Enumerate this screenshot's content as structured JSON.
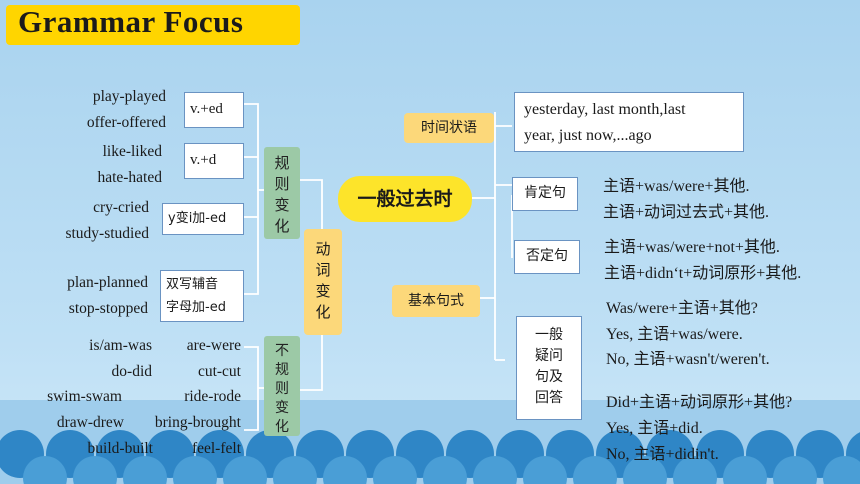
{
  "title": "Grammar Focus",
  "verb_changes": {
    "category": "动词变化",
    "regular": {
      "category": "规则变化",
      "groups": [
        {
          "words": [
            "play-played",
            "offer-offered"
          ],
          "rule": "v.+ed"
        },
        {
          "words": [
            "like-liked",
            "hate-hated"
          ],
          "rule": "v.+d"
        },
        {
          "words": [
            "cry-cried",
            "study-studied"
          ],
          "rule": "y变i加-ed"
        },
        {
          "words": [
            "plan-planned",
            "stop-stopped"
          ],
          "rule_lines": [
            "双写辅音",
            "字母加-ed"
          ]
        }
      ]
    },
    "irregular": {
      "category": "不规则变化",
      "pairs": [
        [
          "is/am-was",
          "are-were"
        ],
        [
          "do-did",
          "cut-cut"
        ],
        [
          "swim-swam",
          "ride-rode"
        ],
        [
          "draw-drew",
          "bring-brought"
        ],
        [
          "build-built",
          "feel-felt"
        ]
      ]
    }
  },
  "center": "一般过去时",
  "time_adverbials": {
    "label": "时间状语",
    "lines": [
      "yesterday, last month,last",
      "year, just now,...ago"
    ]
  },
  "sentence_patterns": {
    "label": "基本句式",
    "affirmative": {
      "label": "肯定句",
      "lines": [
        "主语+was/were+其他.",
        "主语+动词过去式+其他."
      ]
    },
    "negative": {
      "label": "否定句",
      "lines": [
        "主语+was/were+not+其他.",
        "主语+didn‘t+动词原形+其他."
      ]
    },
    "question": {
      "label_lines": [
        "一般",
        "疑问",
        "句及",
        "回答"
      ],
      "be_lines": [
        "Was/were+主语+其他?",
        "Yes, 主语+was/were.",
        "No, 主语+wasn't/weren't."
      ],
      "do_lines": [
        "Did+主语+动词原形+其他?",
        "Yes, 主语+did.",
        "No, 主语+didin't."
      ]
    }
  },
  "colors": {
    "title_bg": "#ffd500",
    "category_green": "#9cc9a6",
    "label_orange": "#fcd87a",
    "center_yellow": "#fde42a",
    "box_border": "#6a93c2"
  }
}
